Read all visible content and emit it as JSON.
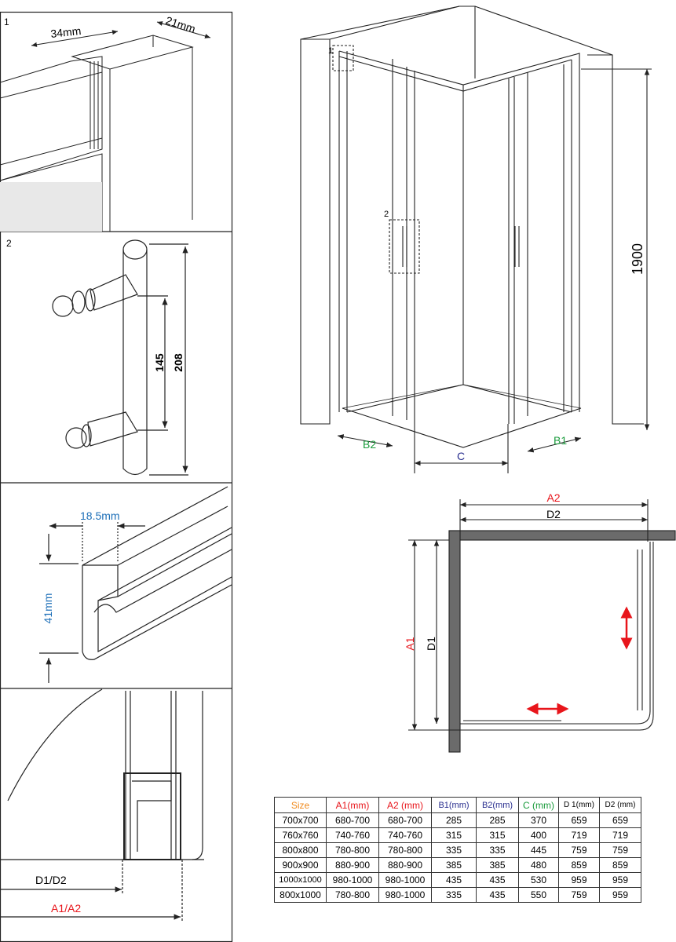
{
  "panels": {
    "p1": {
      "number": "1",
      "width_label": "34mm",
      "depth_label": "21mm"
    },
    "p2": {
      "number": "2",
      "inner_label": "145",
      "outer_label": "208"
    },
    "p3": {
      "width_label": "18.5mm",
      "height_label": "41mm"
    },
    "p4": {
      "d_label": "D1/D2",
      "a_label": "A1/A2"
    }
  },
  "main_view": {
    "callout1": "1",
    "callout2": "2",
    "height": "1900",
    "b2": "B2",
    "c": "C",
    "b1": "B1"
  },
  "plan_view": {
    "a2": "A2",
    "d2": "D2",
    "a1": "A1",
    "d1": "D1"
  },
  "colors": {
    "red": "#e8151b",
    "blue": "#2a2f8f",
    "green": "#1a9b3c",
    "orange": "#f08a1d",
    "cyan": "#1d6fb8"
  },
  "table": {
    "headers": [
      "Size",
      "A1(mm)",
      "A2 (mm)",
      "B1(mm)",
      "B2(mm)",
      "C (mm)",
      "D 1(mm)",
      "D2 (mm)"
    ],
    "rows": [
      [
        "700x700",
        "680-700",
        "680-700",
        "285",
        "285",
        "370",
        "659",
        "659"
      ],
      [
        "760x760",
        "740-760",
        "740-760",
        "315",
        "315",
        "400",
        "719",
        "719"
      ],
      [
        "800x800",
        "780-800",
        "780-800",
        "335",
        "335",
        "445",
        "759",
        "759"
      ],
      [
        "900x900",
        "880-900",
        "880-900",
        "385",
        "385",
        "480",
        "859",
        "859"
      ],
      [
        "1000x1000",
        "980-1000",
        "980-1000",
        "435",
        "435",
        "530",
        "959",
        "959"
      ],
      [
        "800x1000",
        "780-800",
        "980-1000",
        "335",
        "435",
        "550",
        "759",
        "959"
      ]
    ]
  }
}
